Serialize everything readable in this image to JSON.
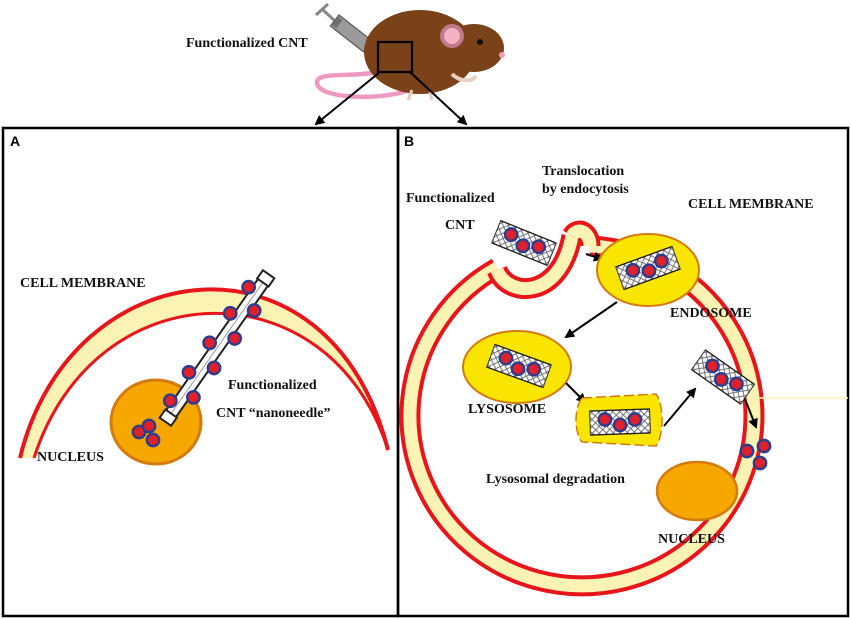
{
  "header": {
    "injection_label": "Functionalized CNT"
  },
  "panel_a": {
    "letter": "A",
    "membrane_label": "CELL MEMBRANE",
    "nucleus_label": "NUCLEUS",
    "cnt_label_line1": "Functionalized",
    "cnt_label_line2": "CNT “nanoneedle”"
  },
  "panel_b": {
    "letter": "B",
    "cnt_label_line1": "Functionalized",
    "cnt_label_line2": "CNT",
    "translocation_line1": "Translocation",
    "translocation_line2": "by endocytosis",
    "membrane_label": "CELL MEMBRANE",
    "endosome_label": "ENDOSOME",
    "lysosome_label": "LYSOSOME",
    "degradation_label": "Lysosomal degradation",
    "nucleus_label": "NUCLEUS"
  },
  "colors": {
    "membrane_red": "#e8151b",
    "membrane_fill": "#fbf3b4",
    "nucleus_fill": "#f7a800",
    "nucleus_edge": "#d37a10",
    "vesicle_fill": "#f9e500",
    "drug_red": "#e0202a",
    "drug_edge": "#2b3d8c",
    "mouse_brown": "#7a4219",
    "tail_pink": "#ee9ac0"
  }
}
